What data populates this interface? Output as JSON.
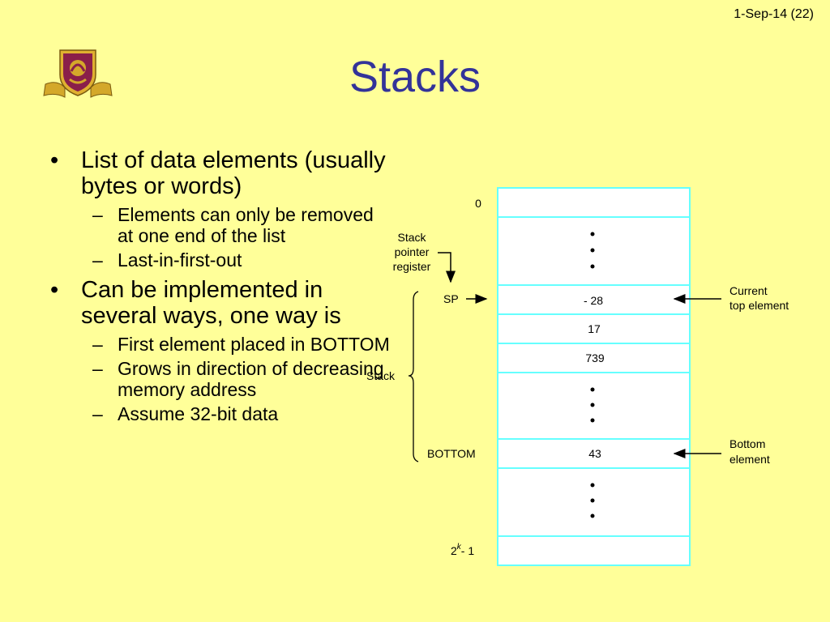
{
  "slide_number": "1-Sep-14 (22)",
  "title": "Stacks",
  "bullets": [
    {
      "text": "List of data elements (usually bytes or words)",
      "sub": [
        "Elements can only be removed at one end of the list",
        "Last-in-first-out"
      ]
    },
    {
      "text": "Can be implemented in several ways, one way is",
      "sub": [
        "First element placed in BOTTOM",
        "Grows in direction of decreasing memory address",
        "Assume 32-bit data"
      ]
    }
  ],
  "diagram": {
    "address_top": "0",
    "address_bottom_base": "2",
    "address_bottom_exp": "k",
    "address_bottom_suffix": "- 1",
    "sp_register_label": [
      "Stack",
      "pointer",
      "register"
    ],
    "sp_label": "SP",
    "bottom_label": "BOTTOM",
    "stack_label": "Stack",
    "values": [
      "- 28",
      "17",
      "739",
      "43"
    ],
    "current_top_label": [
      "Current",
      "top element"
    ],
    "bottom_element_label": [
      "Bottom",
      "element"
    ]
  },
  "colors": {
    "title": "#333399",
    "background": "#ffff99",
    "cell_border": "#66ffff"
  }
}
